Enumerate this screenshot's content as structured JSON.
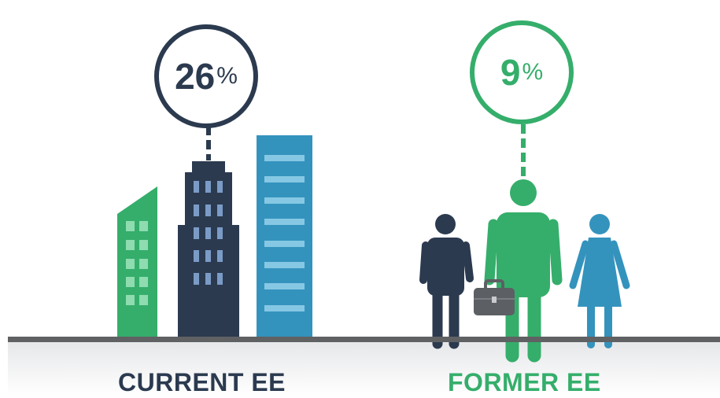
{
  "current": {
    "value": "26",
    "unit": "%",
    "label": "CURRENT EE",
    "color": "#2b3a4f"
  },
  "former": {
    "value": "9",
    "unit": "%",
    "label": "FORMER EE",
    "color": "#35ae6b"
  },
  "icons": [
    "green-building-icon",
    "navy-skyscraper-icon",
    "blue-building-icon",
    "man-icon",
    "briefcase-icon",
    "person-icon",
    "woman-icon"
  ]
}
